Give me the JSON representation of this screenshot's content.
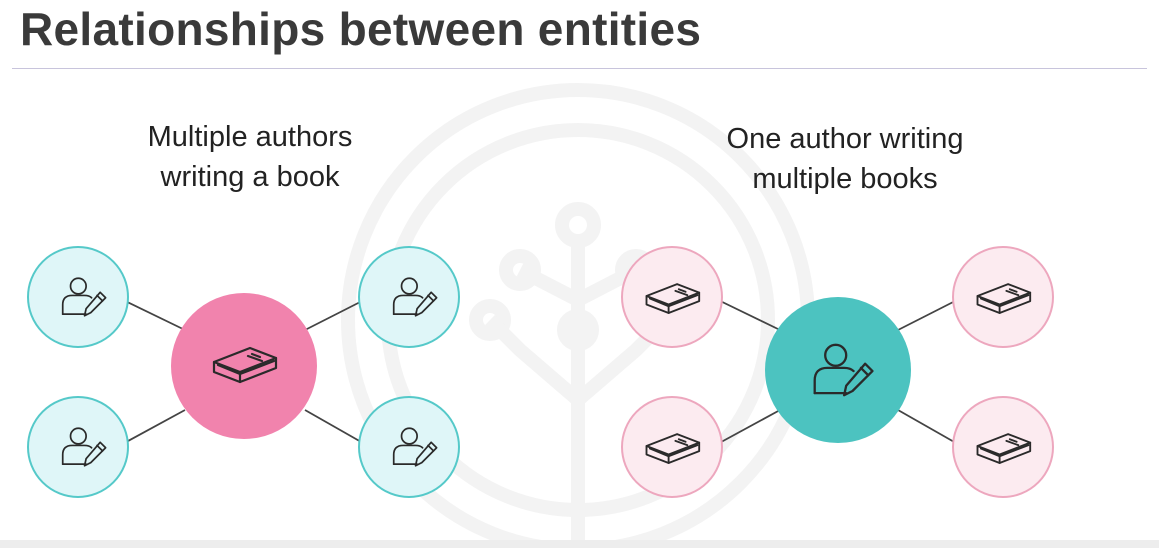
{
  "title": "Relationships between entities",
  "left_group": {
    "caption_line1": "Multiple authors",
    "caption_line2": "writing a book",
    "center_icon": "book-icon",
    "outer_icon": "author-icon"
  },
  "right_group": {
    "caption_line1": "One author writing",
    "caption_line2": "multiple books",
    "center_icon": "author-icon",
    "outer_icon": "book-icon"
  },
  "colors": {
    "title": "#3a3a3a",
    "teal_fill_light": "#dff6f8",
    "teal_stroke": "#55c9c9",
    "teal_solid": "#4cc3c0",
    "pink_fill_light": "#fcebf0",
    "pink_stroke": "#eda7be",
    "pink_solid": "#f183ad",
    "connector": "#444444"
  }
}
